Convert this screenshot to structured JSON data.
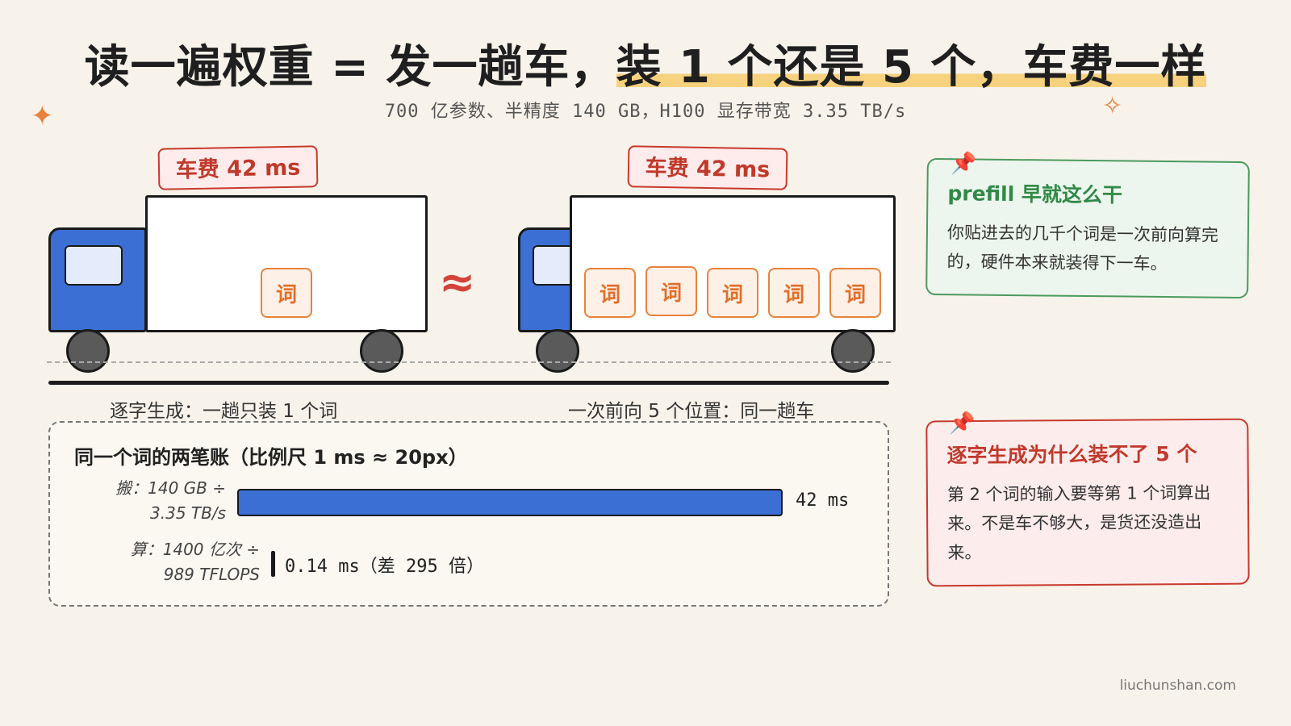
{
  "title": {
    "part1": "读一遍权重 = 发一趟车，",
    "highlight": "装 1 个还是 5 个，车费一样"
  },
  "subtitle": "700 亿参数、半精度 140 GB，H100 显存带宽 3.35 TB/s",
  "trucks": {
    "left": {
      "cost_label": "车费 42 ms",
      "words": [
        "词"
      ],
      "caption": "逐字生成：一趟只装 1 个词"
    },
    "approx_symbol": "≈",
    "right": {
      "cost_label": "车费 42 ms",
      "words": [
        "词",
        "词",
        "词",
        "词",
        "词"
      ],
      "caption": "一次前向 5 个位置：同一趟车"
    }
  },
  "panel": {
    "title": "同一个词的两笔账（比例尺 1 ms ≈ 20px）",
    "rows": [
      {
        "label_line1": "搬：140 GB ÷",
        "label_line2": "3.35 TB/s",
        "value_ms": 42,
        "value_label": "42 ms"
      },
      {
        "label_line1": "算：1400 亿次 ÷",
        "label_line2": "989 TFLOPS",
        "value_ms": 0.14,
        "value_label": "0.14 ms（差 295 倍）"
      }
    ]
  },
  "notes": {
    "prefill": {
      "title": "prefill 早就这么干",
      "body": "你贴进去的几千个词是一次前向算完的，硬件本来就装得下一车。"
    },
    "decode": {
      "title": "逐字生成为什么装不了 5 个",
      "body": "第 2 个词的输入要等第 1 个词算出来。不是车不够大，是货还没造出来。"
    }
  },
  "footer": "liuchunshan.com",
  "colors": {
    "truck_blue": "#3b6fd4",
    "cost_red": "#c8392b",
    "word_orange": "#e8823c",
    "note_green": "#4c9a5e",
    "highlight_yellow": "#f6d27e"
  }
}
